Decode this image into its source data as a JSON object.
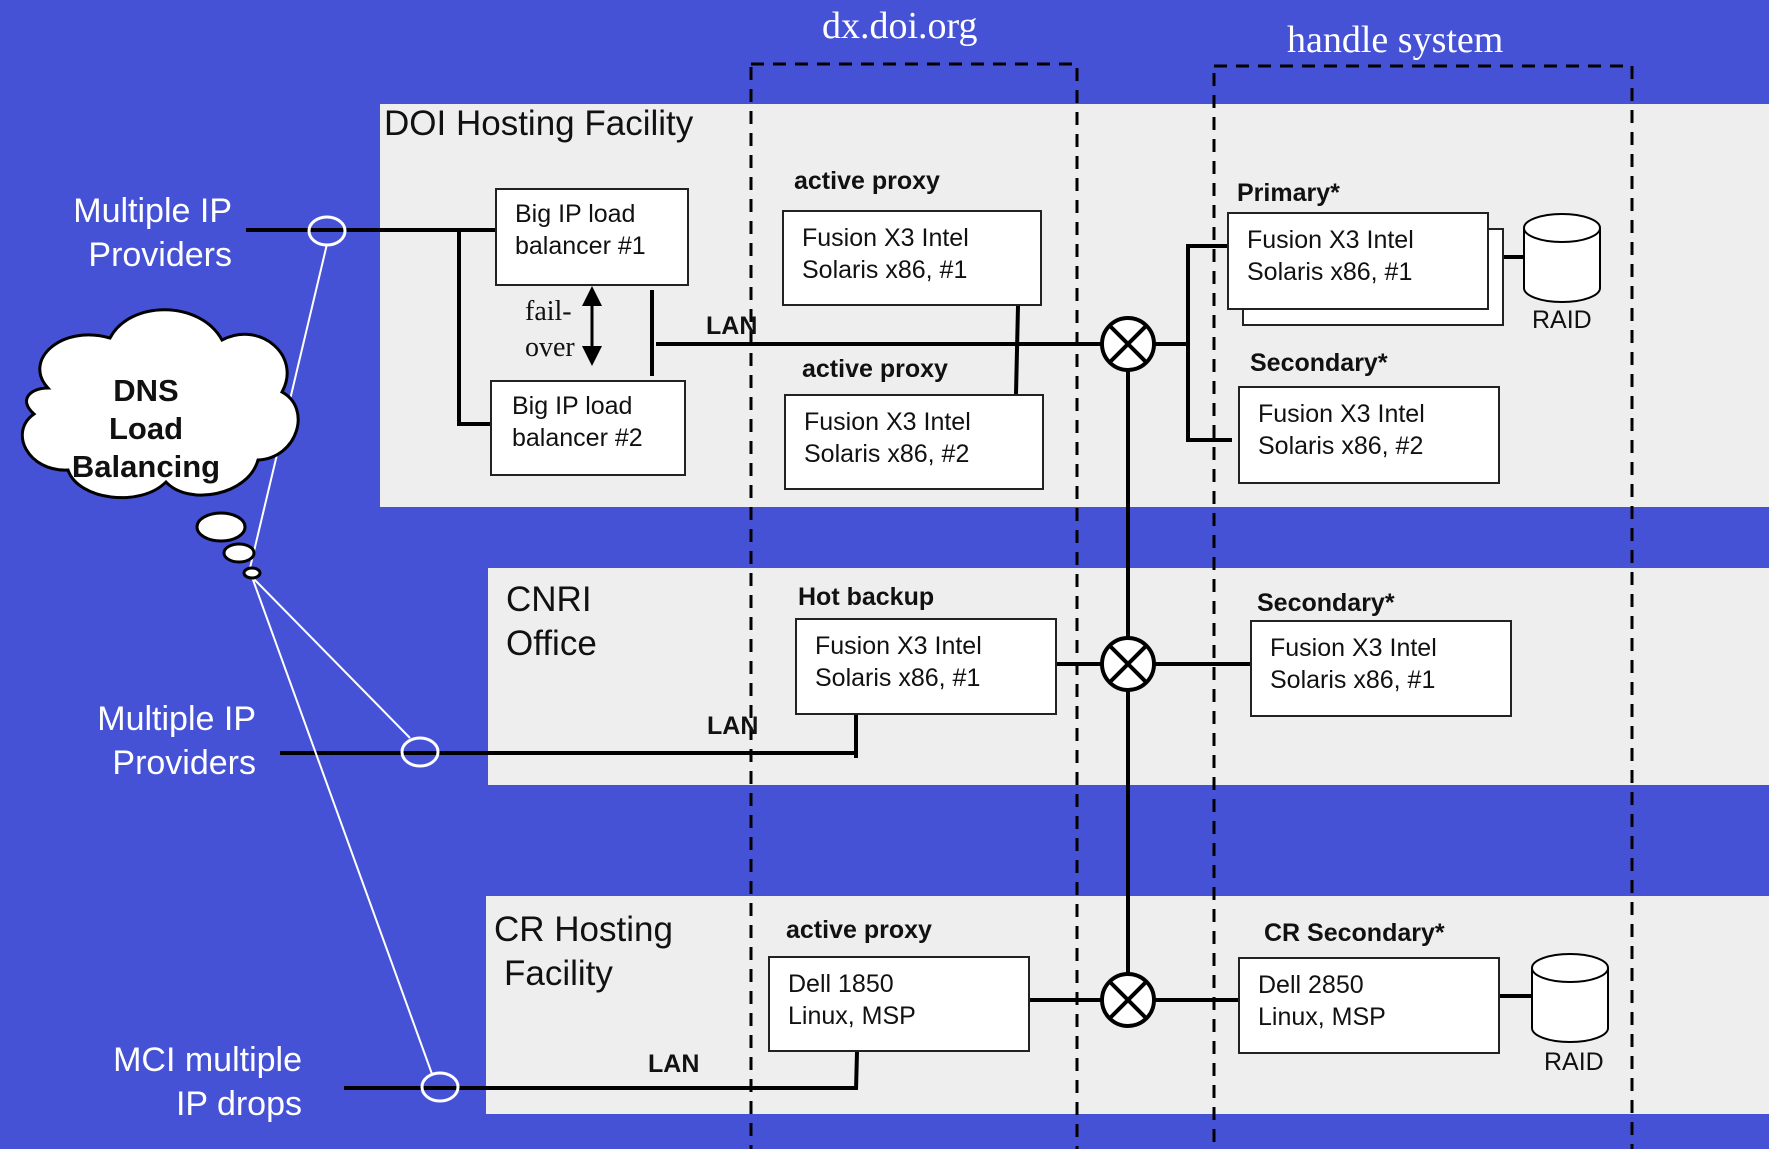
{
  "columns": {
    "proxy_title": "dx.doi.org",
    "handle_title": "handle system"
  },
  "sites": {
    "doi": {
      "title": "DOI Hosting Facility",
      "lb1": {
        "line1": "Big IP load",
        "line2": "balancer #1"
      },
      "lb2": {
        "line1": "Big IP load",
        "line2": "balancer #2"
      },
      "failover": {
        "line1": "fail-",
        "line2": "over"
      },
      "lan": "LAN",
      "proxy1": {
        "title": "active proxy",
        "line1": "Fusion X3 Intel",
        "line2": "Solaris x86, #1"
      },
      "proxy2": {
        "title": "active proxy",
        "line1": "Fusion X3 Intel",
        "line2": "Solaris x86, #2"
      },
      "primary": {
        "title": "Primary*",
        "line1": "Fusion X3 Intel",
        "line2": "Solaris x86, #1"
      },
      "raid": "RAID",
      "secondary": {
        "title": "Secondary*",
        "line1": "Fusion X3 Intel",
        "line2": "Solaris x86, #2"
      }
    },
    "cnri": {
      "title_line1": "CNRI",
      "title_line2": "Office",
      "lan": "LAN",
      "backup": {
        "title": "Hot backup",
        "line1": "Fusion X3 Intel",
        "line2": "Solaris x86, #1"
      },
      "secondary": {
        "title": "Secondary*",
        "line1": "Fusion X3 Intel",
        "line2": "Solaris x86, #1"
      }
    },
    "cr": {
      "title_line1": "CR Hosting",
      "title_line2": "Facility",
      "lan": "LAN",
      "proxy": {
        "title": "active proxy",
        "line1": "Dell 1850",
        "line2": "Linux, MSP"
      },
      "secondary": {
        "title": "CR Secondary*",
        "line1": "Dell 2850",
        "line2": "Linux, MSP"
      },
      "raid": "RAID"
    }
  },
  "providers": {
    "top": {
      "line1": "Multiple IP",
      "line2": "Providers"
    },
    "middle": {
      "line1": "Multiple IP",
      "line2": "Providers"
    },
    "bottom": {
      "line1": "MCI multiple",
      "line2": "IP drops"
    }
  },
  "dns": {
    "line1": "DNS",
    "line2": "Load",
    "line3": "Balancing"
  },
  "colors": {
    "background": "#4652d6",
    "band": "#eeeeee"
  }
}
